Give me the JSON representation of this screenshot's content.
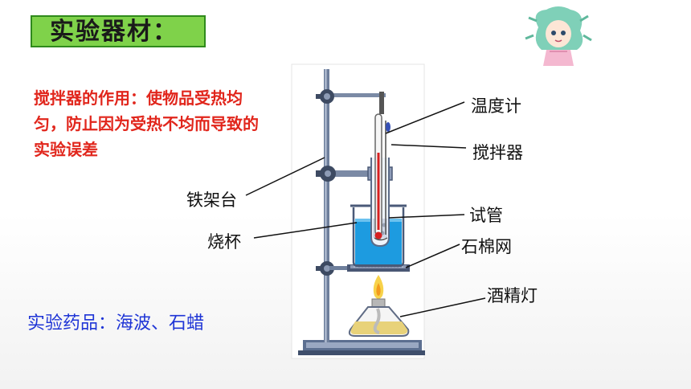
{
  "title": "实验器材：",
  "note_function": "搅拌器的作用：使物品受热均匀，防止因为受热不均而导致的实验误差",
  "note_reagents": "实验药品：海波、石蜡",
  "labels": {
    "thermometer": "温度计",
    "stirrer": "搅拌器",
    "iron_stand": "铁架台",
    "test_tube": "试管",
    "beaker": "烧杯",
    "asbestos_net": "石棉网",
    "alcohol_lamp": "酒精灯"
  },
  "icons": {
    "decor": "cartoon-girl-icon"
  },
  "colors": {
    "title_bg": "#7fd24a",
    "note_red": "#e1261c",
    "note_blue": "#1f35d6",
    "water": "#1d9be0",
    "stand": "#566b8c"
  }
}
